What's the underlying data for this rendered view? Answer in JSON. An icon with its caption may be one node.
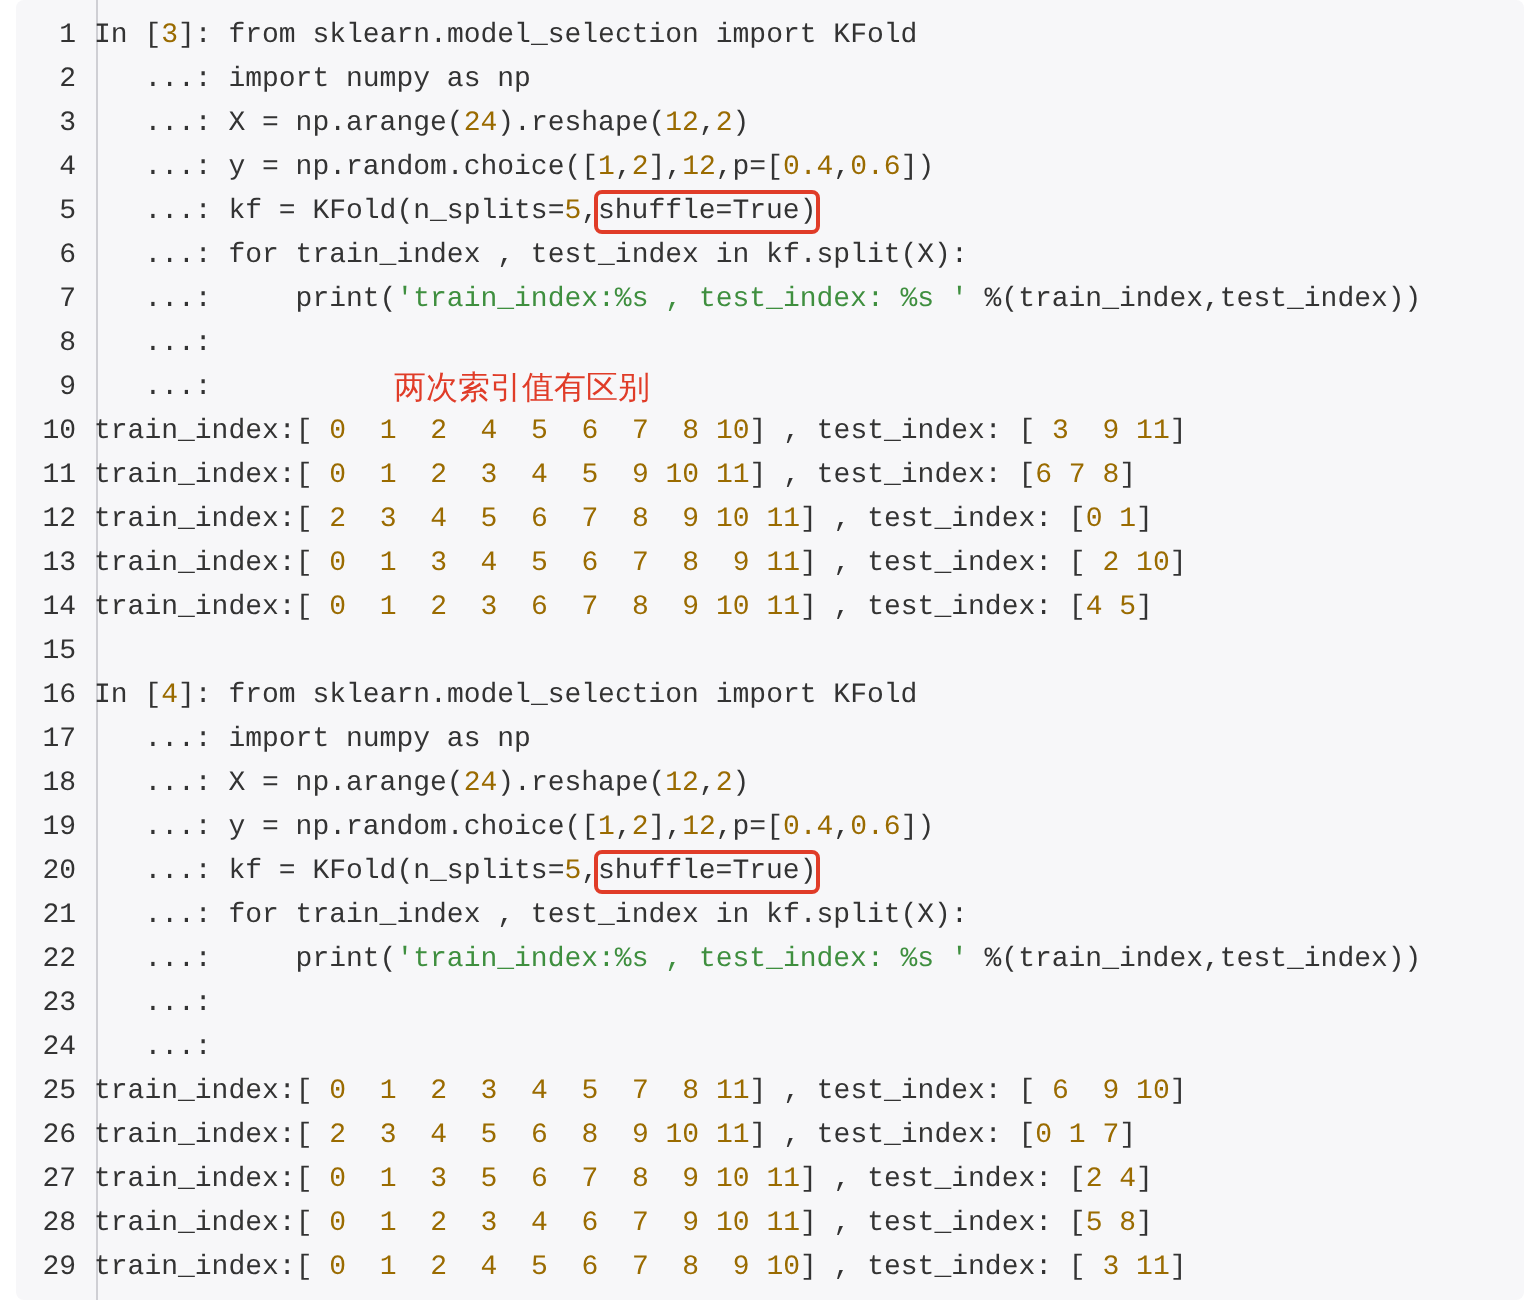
{
  "diagram": {
    "nodes": [
      {
        "text": [
          "shuffle=True)"
        ]
      },
      {
        "text": [
          "shuffle=True)"
        ]
      }
    ],
    "labels": [
      "1",
      "In [3]: from sklearn.model_selection import KFold",
      "2",
      "...: import numpy as np",
      "3",
      "...: X = np.arange(24).reshape(12,2)",
      "4",
      "...: y = np.random.choice([1,2],12,p=[0.4,0.6])",
      "5",
      "...: kf = KFold(n_splits=5,",
      "6",
      "...: for train_index , test_index in kf.split(X):",
      "7",
      "...:     print('train_index:%s , test_index: %s ' %(train_index,test_index))",
      "8",
      "...:",
      "9",
      "...:",
      "两次索引值有区别",
      "10",
      "train_index:[ 0  1  2  4  5  6  7  8 10] , test_index: [ 3  9 11]",
      "11",
      "train_index:[ 0  1  2  3  4  5  9 10 11] , test_index: [6 7 8]",
      "12",
      "train_index:[ 2  3  4  5  6  7  8  9 10 11] , test_index: [0 1]",
      "13",
      "train_index:[ 0  1  3  4  5  6  7  8  9 11] , test_index: [ 2 10]",
      "14",
      "train_index:[ 0  1  2  3  6  7  8  9 10 11] , test_index: [4 5]",
      "15",
      "16",
      "In [4]: from sklearn.model_selection import KFold",
      "17",
      "...: import numpy as np",
      "18",
      "...: X = np.arange(24).reshape(12,2)",
      "19",
      "...: y = np.random.choice([1,2],12,p=[0.4,0.6])",
      "20",
      "...: kf = KFold(n_splits=5,",
      "21",
      "...: for train_index , test_index in kf.split(X):",
      "22",
      "...:     print('train_index:%s , test_index: %s ' %(train_index,test_index))",
      "23",
      "...:",
      "24",
      "...:",
      "25",
      "train_index:[ 0  1  2  3  4  5  7  8 11] , test_index: [ 6  9 10]",
      "26",
      "train_index:[ 2  3  4  5  6  8  9 10 11] , test_index: [0 1 7]",
      "27",
      "train_index:[ 0  1  3  5  6  7  8  9 10 11] , test_index: [2 4]",
      "28",
      "train_index:[ 0  1  2  3  4  6  7  9 10 11] , test_index: [5 8]",
      "29",
      "train_index:[ 0  1  2  4  5  6  7  8  9 10] , test_index: [ 3 11]"
    ]
  }
}
